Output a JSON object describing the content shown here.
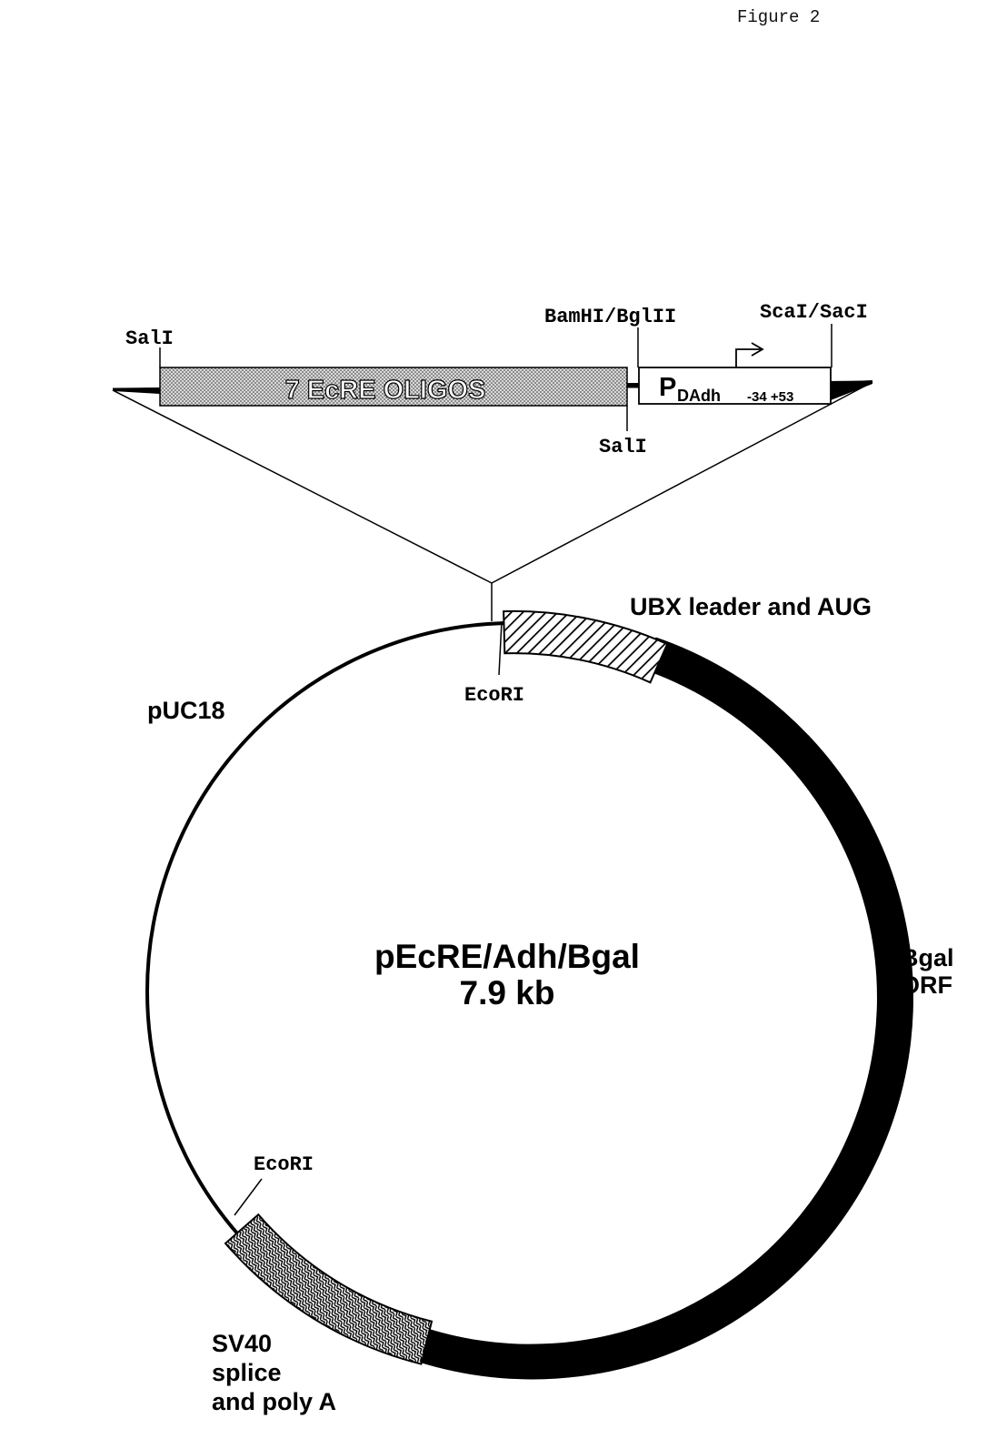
{
  "figure": {
    "title": "Figure 2"
  },
  "insert": {
    "oligos_label": "7 EcRE OLIGOS",
    "promoter": {
      "main": "P",
      "sub": "DAdh",
      "range": "-34 +53"
    },
    "sites": {
      "sal_left": "SalI",
      "sal_right": "SalI",
      "bam_bgl": "BamHI/BglII",
      "sca_sac": "ScaI/SacI"
    }
  },
  "plasmid": {
    "name": "pEcRE/Adh/Bgal",
    "size": "7.9 kb",
    "labels": {
      "ubx": "UBX leader and AUG",
      "ecori_top": "EcoRI",
      "ecori_bottom": "EcoRI",
      "puc18": "pUC18",
      "bgal_line1": "Bgal",
      "bgal_line2": "ORF",
      "sv40_line1": "SV40",
      "sv40_line2": "splice",
      "sv40_line3": "and poly A"
    }
  },
  "colors": {
    "ink": "#000000",
    "stipple": "#c8c8c8",
    "paper": "#ffffff"
  }
}
